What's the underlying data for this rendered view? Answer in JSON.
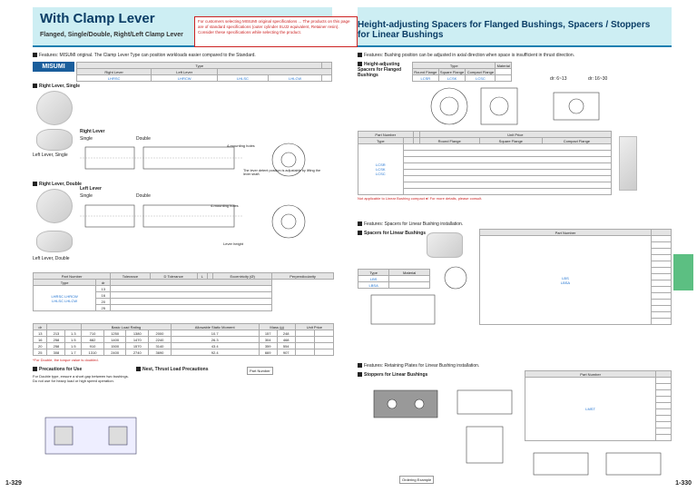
{
  "left": {
    "title": "With Clamp Lever",
    "subtitle": "Flanged, Single/Double, Right/Left Clamp Lever",
    "cs_note": "For customers selecting MISUMI original specifications ... The products on this page are of standard specifications (outer cylinder SUJ2 equivalent, Retainer resin). Consider these specifications while selecting the product.",
    "features": "Features: MISUMI original. The Clamp Lever Type can position workloads easier compared to the Standard.",
    "misumi_original": "MISUMI Original",
    "right_single": "Right Lever, Single",
    "right_double": "Right Lever, Double",
    "right_lever": "Right Lever",
    "left_lever": "Left Lever",
    "single": "Single",
    "double": "Double",
    "left_single": "Left Lever, Single",
    "left_double": "Left Lever, Double",
    "mounting_holes": "4-mounting holes",
    "lever": "Lever",
    "lever_height": "Lever height",
    "note_detent": "The lever detent position is adjustable by lifting the lever shaft.",
    "codes": [
      "LHRSC",
      "LHRCW",
      "LHLSC",
      "LHLCW"
    ],
    "part_number": "Part Number",
    "type": "Type",
    "dr": "dr",
    "tolerance": "Tolerance",
    "d_tol": "D Tolerance",
    "l": "L",
    "ecc": "Eccentricity (Ø)",
    "perp": "Perpendicularity",
    "mass": "Mass (g)",
    "basic_load": "Basic Load Rating",
    "allowable_torque": "Allowable Static Moment",
    "unit_price": "Unit Price",
    "load_rows": [
      {
        "dr": "13",
        "a": "213",
        "b": "1.3",
        "c": "710",
        "d": "1250",
        "e": "1380",
        "f": "2000",
        "g": "10.7",
        "h": "157",
        "i": "248"
      },
      {
        "dr": "16",
        "a": "258",
        "b": "1.5",
        "c": "882",
        "d": "1400",
        "e": "1470",
        "f": "2240",
        "g": "26.3",
        "h": "304",
        "i": "468"
      },
      {
        "dr": "20",
        "a": "258",
        "b": "1.5",
        "c": "910",
        "d": "1500",
        "e": "1570",
        "f": "3140",
        "g": "43.4",
        "h": "359",
        "i": "554"
      },
      {
        "dr": "25",
        "a": "308",
        "b": "1.7",
        "c": "1310",
        "d": "2400",
        "e": "2740",
        "f": "3690",
        "g": "92.4",
        "h": "669",
        "i": "907"
      }
    ],
    "footnote": "*For Double, the torque value is doubled.",
    "precautions_title": "Precautions for Use",
    "precautions": "For Double type, ensure a short gap between two bushings. Do not use for heavy load or high speed operation.",
    "bearing_note": "Nest, Thrust Load Precautions",
    "order_label": "Part Number",
    "page_no": "1-329"
  },
  "right": {
    "title": "Height-adjusting Spacers for Flanged Bushings, Spacers / Stoppers for Linear Bushings",
    "features1": "Features: Bushing position can be adjusted in axial direction when space is insufficient in thrust direction.",
    "sec1": "Height-adjusting Spacers for Flanged Bushings",
    "type": "Type",
    "material": "Material",
    "round": "Round Flange",
    "square": "Square Flange",
    "compact": "Compact Flange",
    "codes1": [
      "LCSR",
      "LCSK",
      "LCSC"
    ],
    "dr_ranges": [
      "dr: 6~13",
      "dr: 16~30"
    ],
    "features2": "Features: Spacers for Linear Bushing installation.",
    "sec2": "Spacers for Linear Bushings",
    "codes2": [
      "LBS",
      "LBSA"
    ],
    "features3": "Features: Retaining Plates for Linear Bushing installation.",
    "sec3": "Stoppers for Linear Bushings",
    "code3": "LMST",
    "part_number": "Part Number",
    "unit_price": "Unit Price",
    "red_note": "Not applicable to Linear Bushing compact ●! For more details, please consult.",
    "order_label": "Ordering Example",
    "page_no": "1-330"
  }
}
